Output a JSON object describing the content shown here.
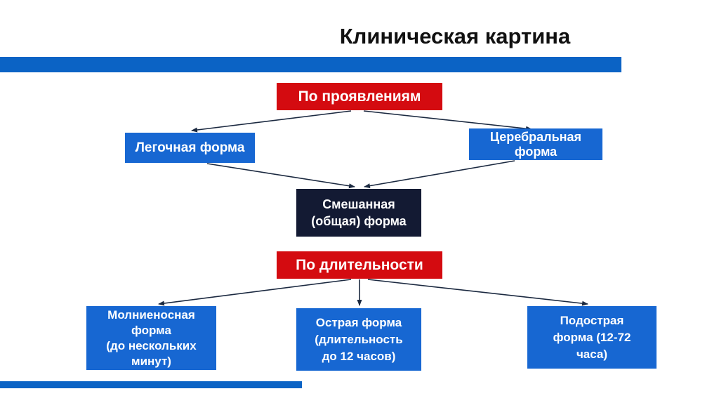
{
  "slide": {
    "title": "Клиническая картина"
  },
  "diagram": {
    "sections": [
      {
        "header": "По проявлениям",
        "nodes": [
          {
            "id": "pulmonary",
            "label": "Легочная форма"
          },
          {
            "id": "cerebral",
            "label": "Церебральная\nформа"
          },
          {
            "id": "mixed",
            "label": "Смешанная\n(общая) форма"
          }
        ]
      },
      {
        "header": "По длительности",
        "nodes": [
          {
            "id": "fulminant",
            "label": "Молниеносная\nформа\n(до нескольких\nминут)"
          },
          {
            "id": "acute",
            "label": "Острая форма\n(длительность\nдо 12 часов)"
          },
          {
            "id": "subacute",
            "label": "Подострая\nформа (12-72\nчаса)"
          }
        ]
      }
    ]
  },
  "colors": {
    "accent_blue": "#0b63c5",
    "node_blue": "#1767d2",
    "node_dark_navy": "#131a33",
    "header_red": "#d40b10",
    "arrow": "#1b2940",
    "title_text": "#111111",
    "node_text": "#ffffff"
  }
}
